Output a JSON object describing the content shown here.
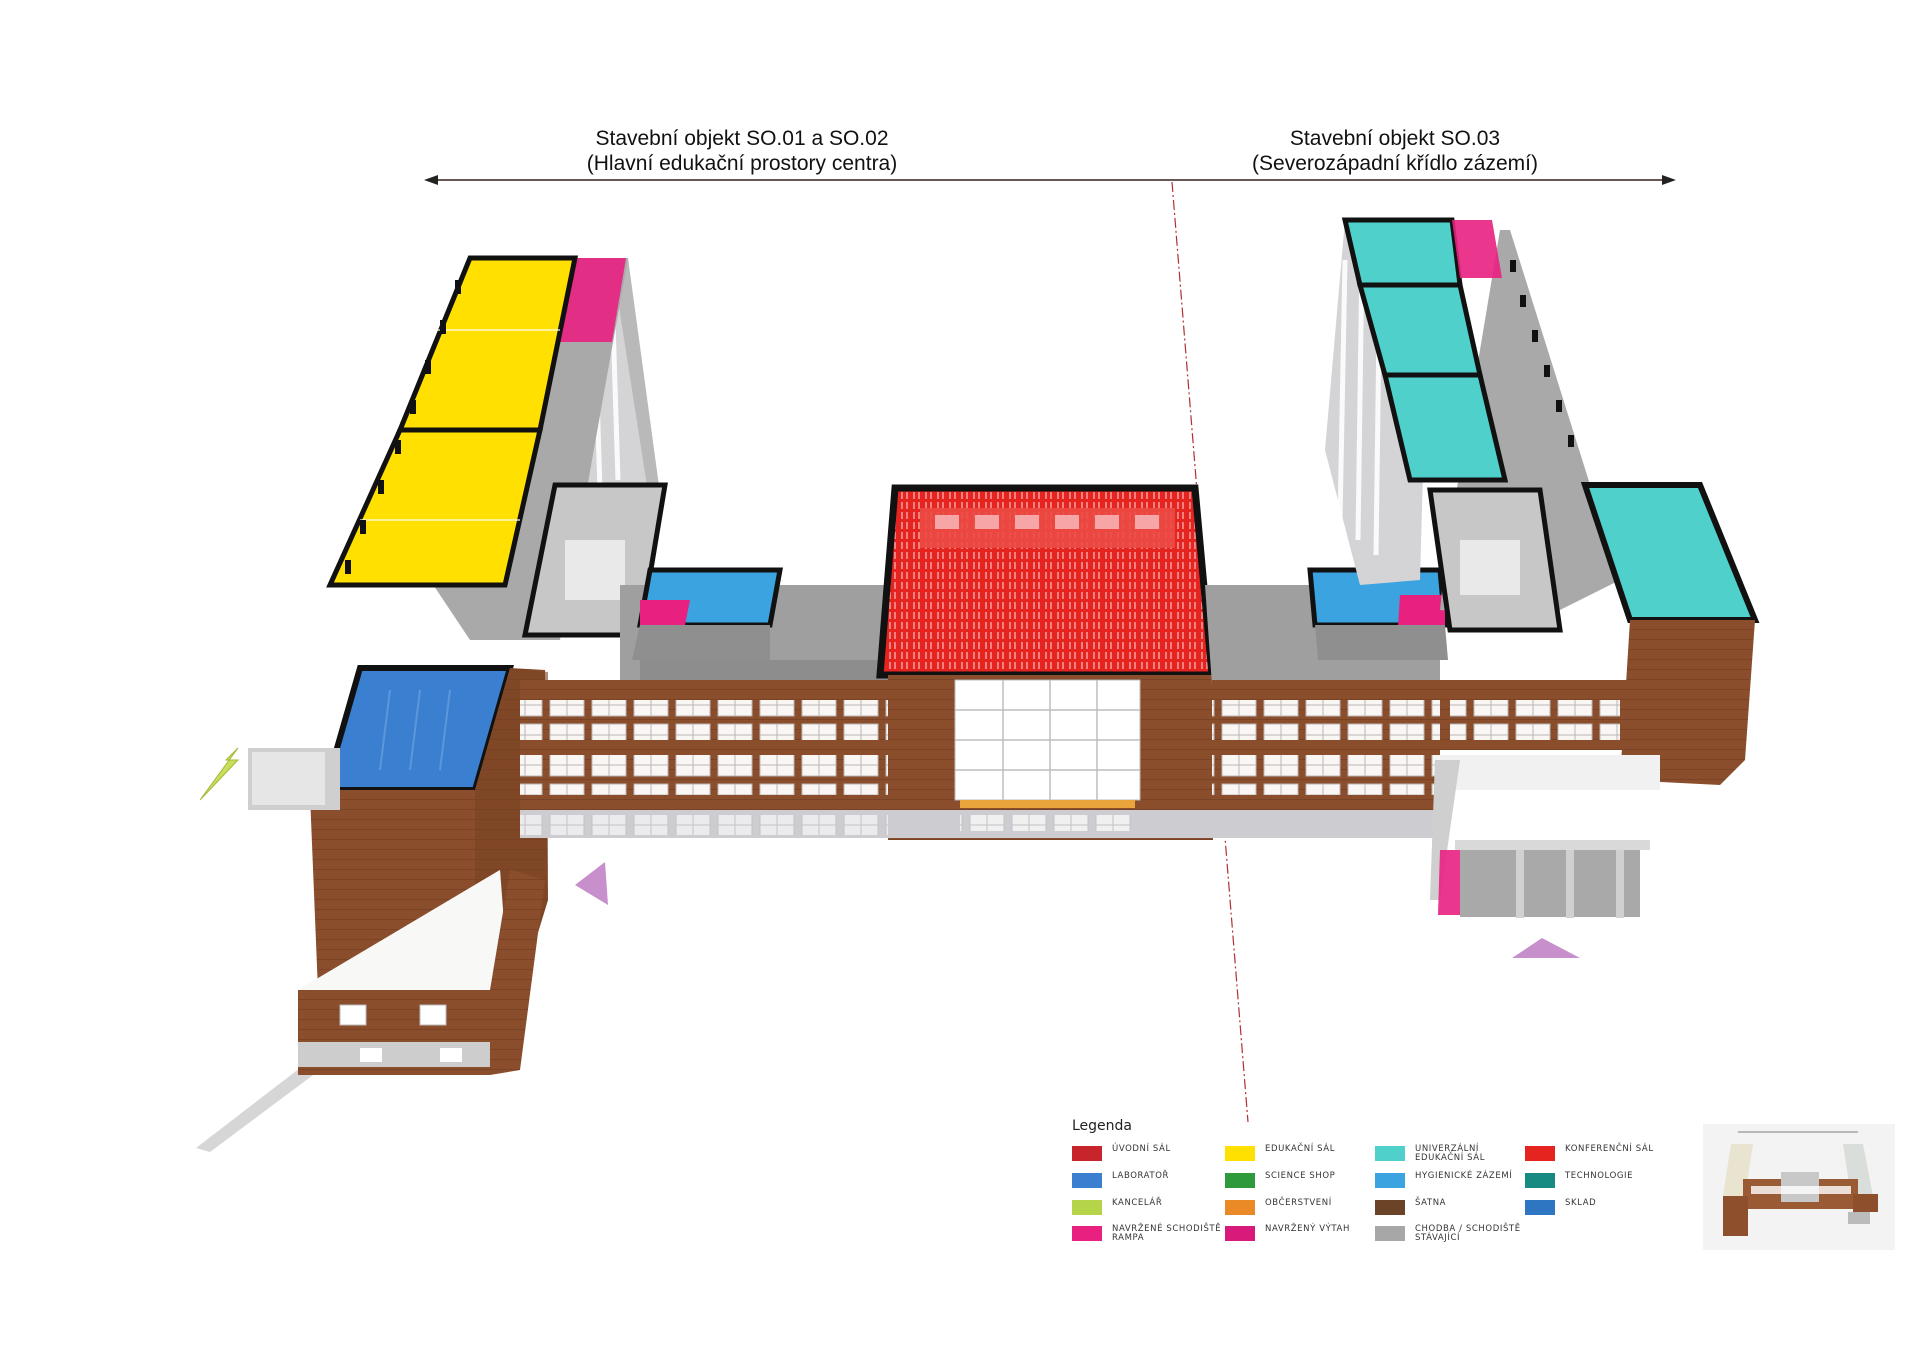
{
  "labels": {
    "left_line1": "Stavební objekt SO.01 a SO.02",
    "left_line2": "(Hlavní edukační prostory centra)",
    "right_line1": "Stavební objekt SO.03",
    "right_line2": "(Severozápadní křídlo zázemí)"
  },
  "legend": {
    "title": "Legenda",
    "items": [
      {
        "label": "ÚVODNÍ SÁL",
        "color": "#c8242b",
        "hatch": false
      },
      {
        "label": "LABORATOŘ",
        "color": "#3b7fd0",
        "hatch": false
      },
      {
        "label": "KANCELÁŘ",
        "color": "#b6d44a",
        "hatch": false
      },
      {
        "label": "NAVRŽENÉ SCHODIŠTĚ RAMPA",
        "color": "#e8207f",
        "hatch": true
      },
      {
        "label": "EDUKAČNÍ SÁL",
        "color": "#ffe000",
        "hatch": false
      },
      {
        "label": "SCIENCE SHOP",
        "color": "#2e9a3c",
        "hatch": false
      },
      {
        "label": "OBČERSTVENÍ",
        "color": "#e98a26",
        "hatch": false
      },
      {
        "label": "NAVRŽENÝ VÝTAH",
        "color": "#d81b7b",
        "hatch": true
      },
      {
        "label": "UNIVERZÁLNÍ EDUKAČNÍ SÁL",
        "color": "#4fd0cb",
        "hatch": false
      },
      {
        "label": "HYGIENICKÉ ZÁZEMÍ",
        "color": "#3aa3e0",
        "hatch": false
      },
      {
        "label": "ŠATNA",
        "color": "#6b4427",
        "hatch": false
      },
      {
        "label": "CHODBA / SCHODIŠTĚ STÁVAJÍCÍ",
        "color": "#a7a7a7",
        "hatch": false
      },
      {
        "label": "KONFERENČNÍ SÁL",
        "color": "#e52420",
        "hatch": true
      },
      {
        "label": "TECHNOLOGIE",
        "color": "#178a82",
        "hatch": false
      },
      {
        "label": "SKLAD",
        "color": "#2f76c2",
        "hatch": false
      }
    ]
  },
  "colors": {
    "brick": "#8a4e2c",
    "roof": "#b9b9b9",
    "edukacni": "#ffe000",
    "univerzalni": "#4fd0cb",
    "konferencni": "#e52420",
    "laborator": "#3b7fd0",
    "hygiena": "#3aa3e0",
    "schodiste": "#e8207f",
    "kancelar": "#c9de5b",
    "arrow": "#c78fcc"
  }
}
